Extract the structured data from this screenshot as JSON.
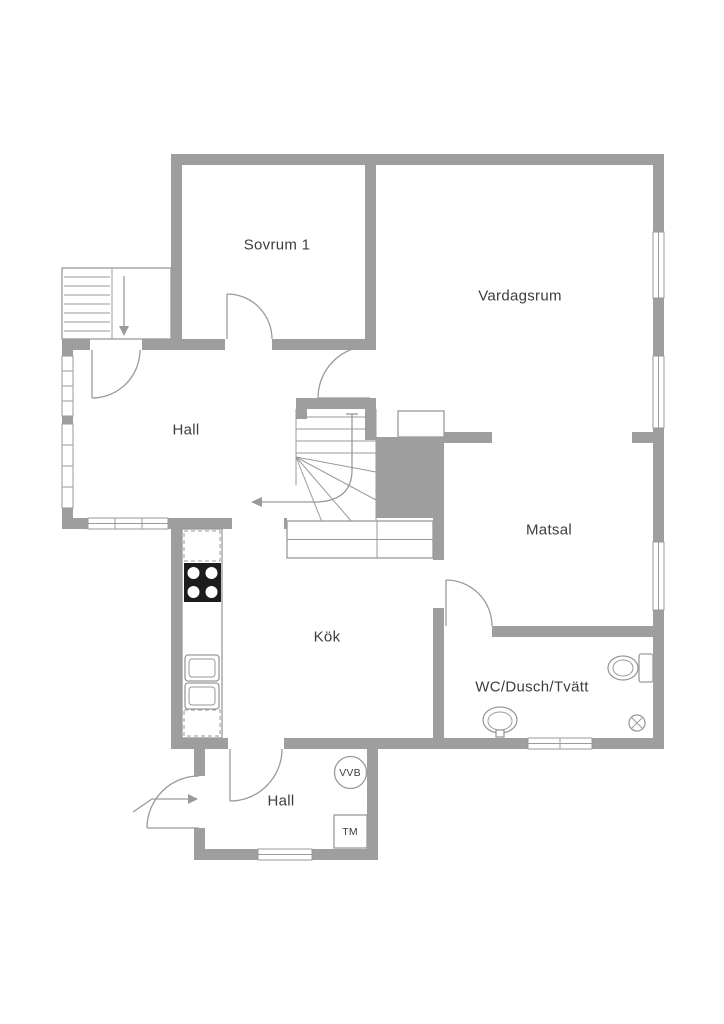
{
  "rooms": {
    "sovrum1": {
      "label": "Sovrum 1"
    },
    "vardagsrum": {
      "label": "Vardagsrum"
    },
    "hall_upper": {
      "label": "Hall"
    },
    "matsal": {
      "label": "Matsal"
    },
    "kok": {
      "label": "Kök"
    },
    "wc": {
      "label": "WC/Dusch/Tvätt"
    },
    "hall_lower": {
      "label": "Hall"
    }
  },
  "appliances": {
    "vvb": {
      "label": "VVB"
    },
    "tm": {
      "label": "TM"
    }
  },
  "colors": {
    "wall": "#9e9e9e",
    "line": "#9a9a9a",
    "text": "#3d3d3d",
    "stove": "#1c1c1c",
    "background": "#ffffff"
  }
}
